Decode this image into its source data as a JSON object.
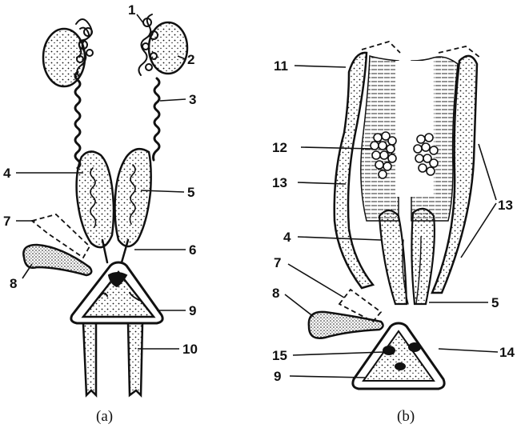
{
  "panels": {
    "a": {
      "caption": "(a)",
      "labels": {
        "l1": "1",
        "l2": "2",
        "l3": "3",
        "l4": "4",
        "l5": "5",
        "l6": "6",
        "l7": "7",
        "l8": "8",
        "l9": "9",
        "l10": "10"
      }
    },
    "b": {
      "caption": "(b)",
      "labels": {
        "l11": "11",
        "l12": "12",
        "l13a": "13",
        "l13b": "13",
        "l4": "4",
        "l7": "7",
        "l5": "5",
        "l8": "8",
        "l14": "14",
        "l15": "15",
        "l9": "9"
      }
    }
  },
  "colors": {
    "ink": "#111111",
    "paper": "#ffffff"
  }
}
